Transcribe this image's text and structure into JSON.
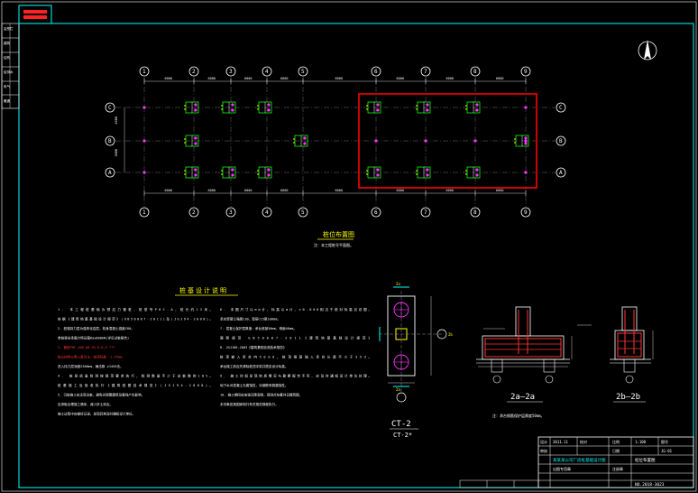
{
  "plan": {
    "title": "桩位布置图",
    "subtitle": "注：本工程桩号平面图。",
    "col_axes": [
      "1",
      "2",
      "3",
      "4",
      "5",
      "6",
      "7",
      "8",
      "9"
    ],
    "row_axes": [
      "C",
      "B",
      "A"
    ],
    "dims_top": [
      "6000",
      "6000",
      "6000",
      "6000",
      "6000",
      "6000",
      "6000",
      "6000"
    ],
    "dims_left": [
      "4500",
      "3600"
    ]
  },
  "notes": {
    "title": "桩基设计说明",
    "left": [
      "1. 本工程桩基础为预应力管桩，桩型号PHC-A，桩长约12米。",
      "   依据《建筑地基基础设计规范》(GB50007-2011)及(JGJ94-2008)。",
      "2. 桩端持力层为强风化岩层，桩身混凝土强度C80。",
      "   单桩竖向承载力特征值Ra≥800kN(详见试桩报告)",
      "3. 管桩PHC 400 AB 95-8,8,9 ???",
      "   桩长控制以贯入度为主，桩顶标高 -1.450m。",
      "   进入持力层深度2500mm，锤击数 ≥1450击。",
      "4. 桩身质量检测按规范要求执行，检测数量不少于总桩数的10%。",
      "   桩基施工及验收执行《建筑桩基技术规范》(JGJ94-2008)。",
      "5. 沉桩施工应注意边桩，避免对周围建筑及管线产生影响，",
      "   应采取合理施工顺序，减少挤土效应。",
      "   施工过程中应做好记录，发现异常及时通知设计单位。"
    ],
    "right": [
      "6. 本图尺寸以mm计，标高以m计，±0.000相当于绝对标高见总图。",
      "   承台混凝土强度C30，垫层C15厚100mm。",
      "7. 混凝土保护层厚度：承台底部50mm，侧面40mm。",
      "   遵照规范 GB50007-2011《建筑地基基础设计规范》",
      "8. JGJ106-2003《建筑基桩检测技术规范》",
      "   桩顶嵌入承台内50mm，桩顶钢筋锚入承台长度不小于35d。",
      "   承台施工前应先清除桩顶浮浆并凿至设计标高。",
      "9. 施工时如发现地质情况与勘察报告不符，应及时通知设计单位处理。",
      "   地下水对混凝土无腐蚀性，对钢筋有弱腐蚀性。",
      "10. 施工期间应加强沉降观测，观测点布置详见建筑图，",
      "   未尽事宜按国家现行有关规范规程执行。"
    ]
  },
  "ct2": {
    "label": "CT-2",
    "sublabel": "CT-2*",
    "marks": [
      "2a",
      "2a",
      "2b"
    ]
  },
  "section_a": {
    "label": "2a—2a",
    "note": "注：承台钢筋保护层厚度50mm。"
  },
  "section_b": {
    "label": "2b—2b"
  },
  "title_block": {
    "project": "某某某公司厂房桩基础设计图",
    "drawing": "桩位布置图",
    "no": "JG-01",
    "scale": "1:100",
    "date": "2011.11",
    "sheet": "NO.2018-3023",
    "label_design": "设计",
    "label_check": "校对",
    "label_approve": "审核",
    "label_scale": "比例",
    "label_no": "图号",
    "label_date": "日期",
    "stamp": "出图专用章",
    "stamp2": "注册章"
  },
  "side_tabs": [
    "会签栏",
    "建筑",
    "结构",
    "给排水",
    "电气",
    "暖通"
  ],
  "colors": {
    "frame": "#00ffff",
    "axis": "#aaaaaa",
    "pile": "#00ff00",
    "rebar": "#ff3333",
    "highlight": "#ff0000",
    "text": "#ffffff",
    "emph": "#ffff00"
  }
}
